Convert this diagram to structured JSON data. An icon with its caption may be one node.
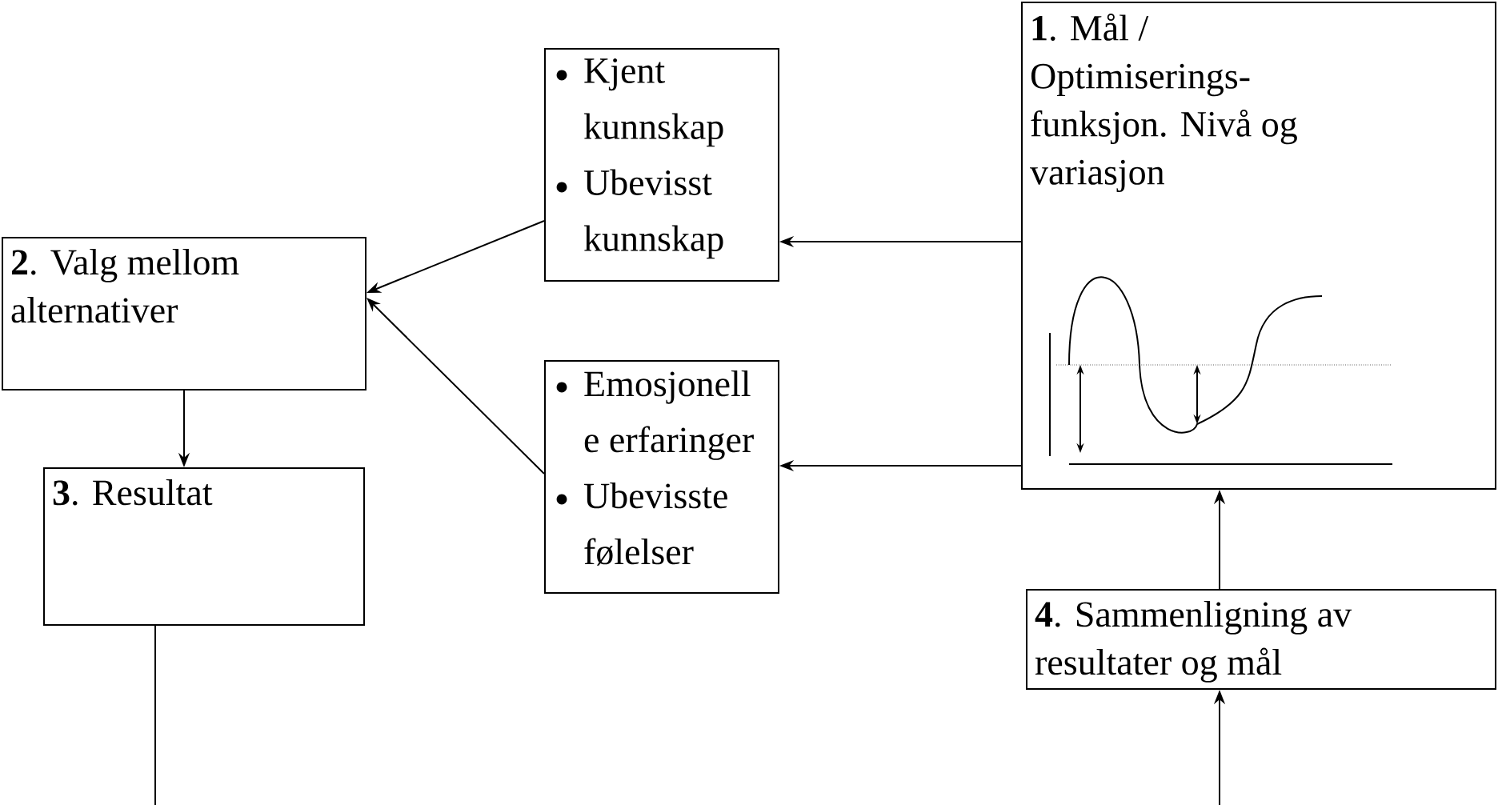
{
  "diagram": {
    "nodes": [
      {
        "text": [
          "**1**. Mål / Optimiserings-funksjon. Nivå og variasjon"
        ]
      },
      {
        "text": [
          "Kjent kunnskap",
          "Ubevisst kunnskap"
        ]
      },
      {
        "text": [
          "**2**. Valg mellom alternativer"
        ]
      },
      {
        "text": [
          "Emosjonell e erfaringer",
          "Ubevisste følelser"
        ]
      },
      {
        "text": [
          "**3**. Resultat"
        ]
      },
      {
        "text": [
          "**4**. Sammenligning av resultater og mål"
        ]
      }
    ],
    "edges": [
      {
        "from": 0,
        "to": 1,
        "arrow": "to"
      },
      {
        "from": 0,
        "to": 3,
        "arrow": "to"
      },
      {
        "from": 1,
        "to": 2,
        "arrow": "to"
      },
      {
        "from": 3,
        "to": 2,
        "arrow": "to"
      },
      {
        "from": 2,
        "to": 4,
        "arrow": "to"
      },
      {
        "from": 5,
        "to": 0,
        "arrow": "to"
      },
      {
        "from": 4,
        "to": null,
        "arrow": "none"
      },
      {
        "from": null,
        "to": 5,
        "arrow": "to"
      }
    ]
  }
}
